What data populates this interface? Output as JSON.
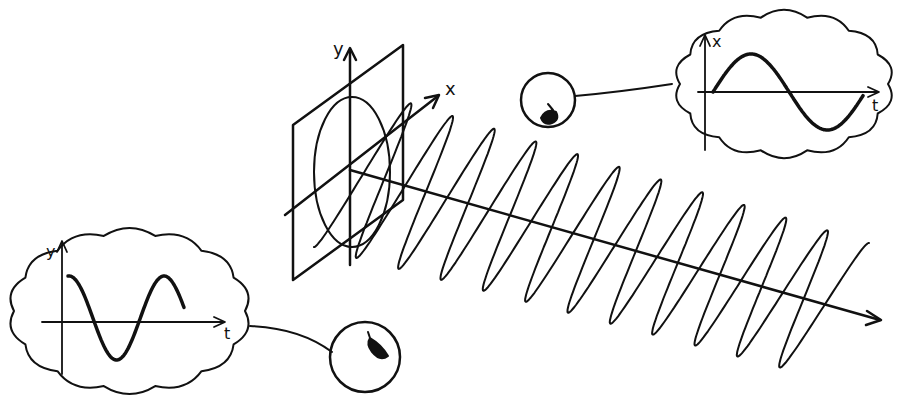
{
  "diagram": {
    "nodes": [
      {
        "text": [
          "x",
          "t"
        ]
      },
      {
        "text": [
          "y",
          "t"
        ]
      }
    ],
    "labels": [
      "y",
      "x"
    ]
  }
}
